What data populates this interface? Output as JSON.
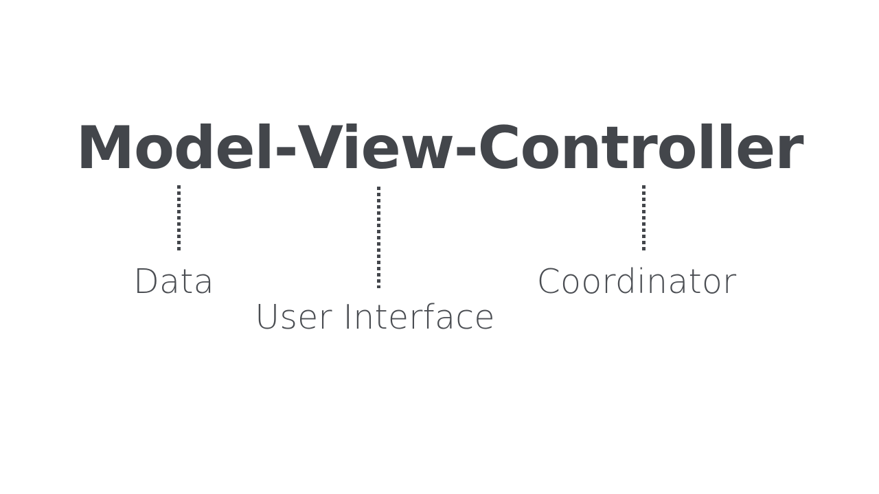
{
  "slide": {
    "background_color": "#ffffff",
    "title": {
      "full_text": "Model-View-Controller",
      "color": "#43464b",
      "parts": [
        {
          "word": "Model"
        },
        {
          "sep": "-"
        },
        {
          "word": "View"
        },
        {
          "sep": "-"
        },
        {
          "word": "Controller"
        }
      ]
    },
    "annotations": [
      {
        "term": "Model",
        "label": "Data",
        "connector": "dotted-vertical-line",
        "color": "#4a4d52"
      },
      {
        "term": "View",
        "label": "User Interface",
        "connector": "dotted-vertical-line",
        "color": "#4a4d52"
      },
      {
        "term": "Controller",
        "label": "Coordinator",
        "connector": "dotted-vertical-line",
        "color": "#4a4d52"
      }
    ]
  }
}
